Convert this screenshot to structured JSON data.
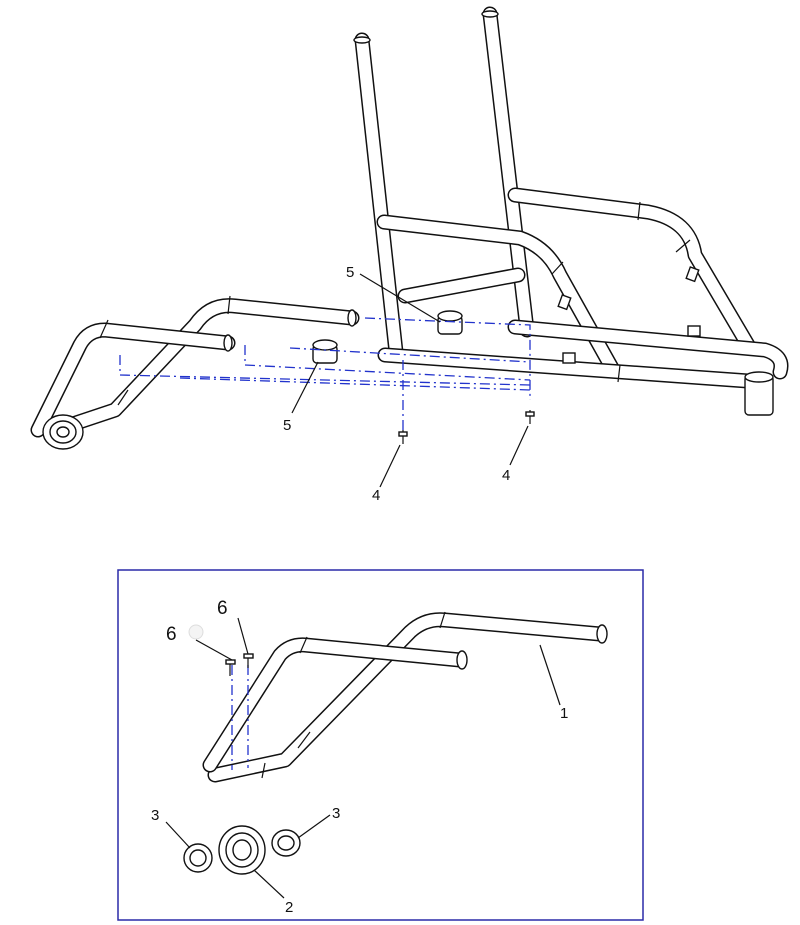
{
  "callouts": {
    "c5a": "5",
    "c5b": "5",
    "c4a": "4",
    "c4b": "4",
    "c6a": "6",
    "c6b": "6",
    "c1": "1",
    "c3a": "3",
    "c3b": "3",
    "c2": "2"
  },
  "colors": {
    "line": "#111111",
    "hidden_line": "#2233cc",
    "inset_border": "#2a2aa8"
  }
}
